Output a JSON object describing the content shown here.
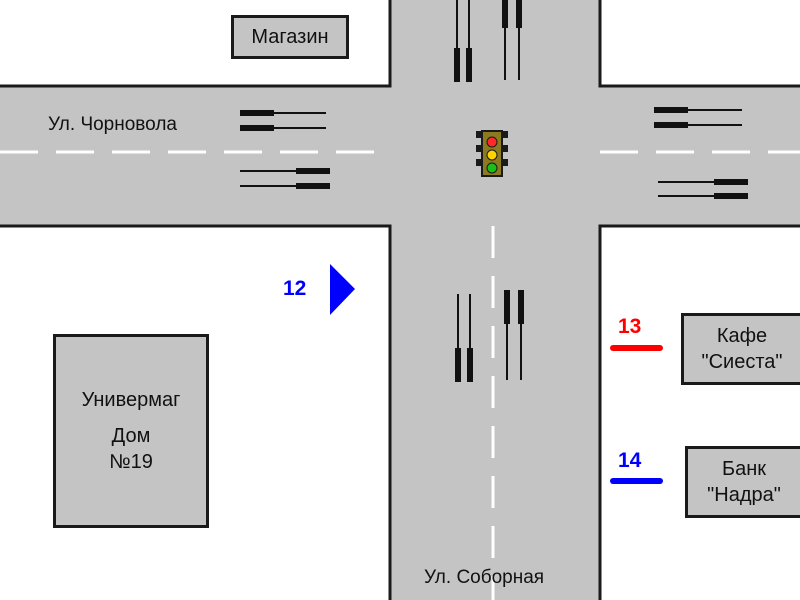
{
  "streets": {
    "horizontal": "Ул. Чорновола",
    "vertical": "Ул. Соборная"
  },
  "buildings": {
    "shop": "Магазин",
    "store_line1": "Универмаг",
    "store_line2": "Дом",
    "store_line3": "№19",
    "cafe_line1": "Кафе",
    "cafe_line2": "\"Сиеста\"",
    "bank_line1": "Банк",
    "bank_line2": "\"Надра\""
  },
  "markers": {
    "m12": {
      "label": "12",
      "color": "#0000ff",
      "symbol": "arrow-right"
    },
    "m13": {
      "label": "13",
      "color": "#ff0000",
      "symbol": "bar"
    },
    "m14": {
      "label": "14",
      "color": "#0000ff",
      "symbol": "bar"
    }
  },
  "colors": {
    "road": "#c4c4c4",
    "curb": "#1a1a1a",
    "lane_marking": "#ffffff",
    "traffic_light_body": "#8b7a1e"
  },
  "traffic_light": {
    "lamps": [
      "red",
      "yellow",
      "green"
    ]
  }
}
